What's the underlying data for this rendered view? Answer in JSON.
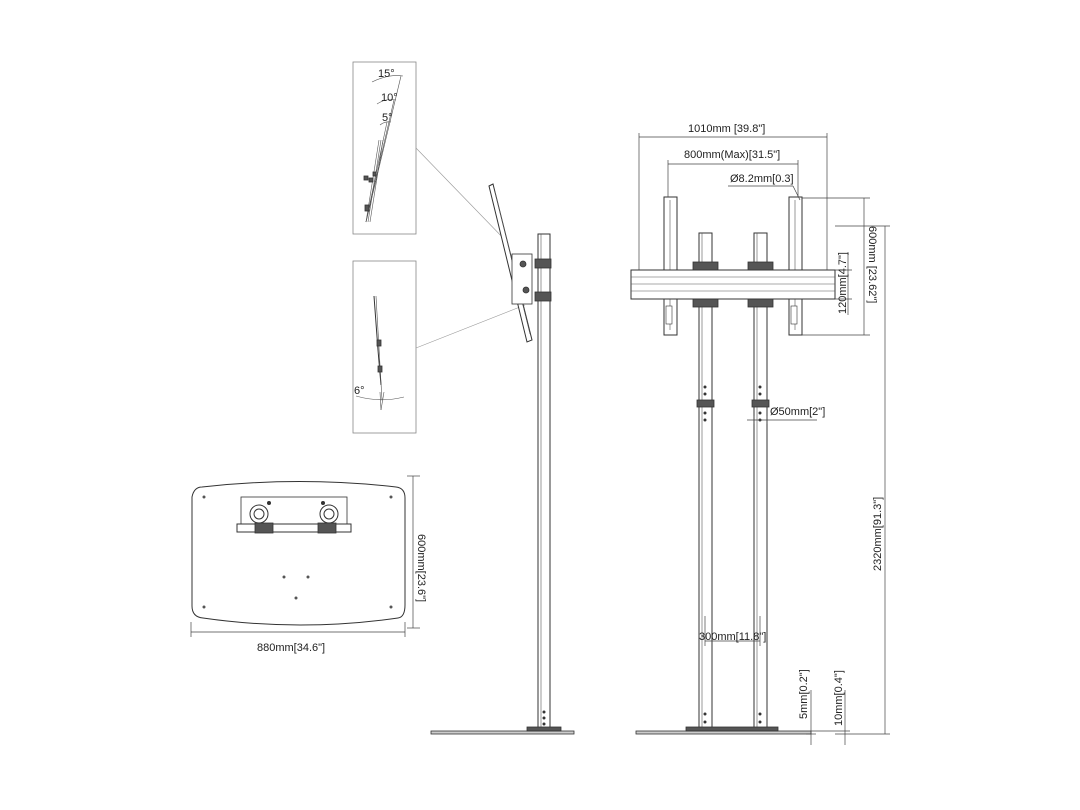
{
  "tilt_detail": {
    "angles": [
      "15°",
      "10°",
      "5°"
    ],
    "down_angle": "6°"
  },
  "base_plan": {
    "depth_label": "600mm[23.6\"]",
    "width_label": "880mm[34.6\"]"
  },
  "front_view": {
    "overall_width_label": "1010mm [39.8\"]",
    "max_vesa_label": "800mm(Max)[31.5\"]",
    "hole_label": "Ø8.2mm[0.3]",
    "rail_height_label": "600mm [23.62\"]",
    "bracket_label": "120mm[4.7\"]",
    "pole_label": "Ø50mm[2\"]",
    "pole_spacing_label": "300mm[11.8\"]",
    "overall_height_label": "2320mm[91.3\"]",
    "clearance_5_label": "5mm[0.2\"]",
    "clearance_10_label": "10mm[0.4\"]"
  }
}
